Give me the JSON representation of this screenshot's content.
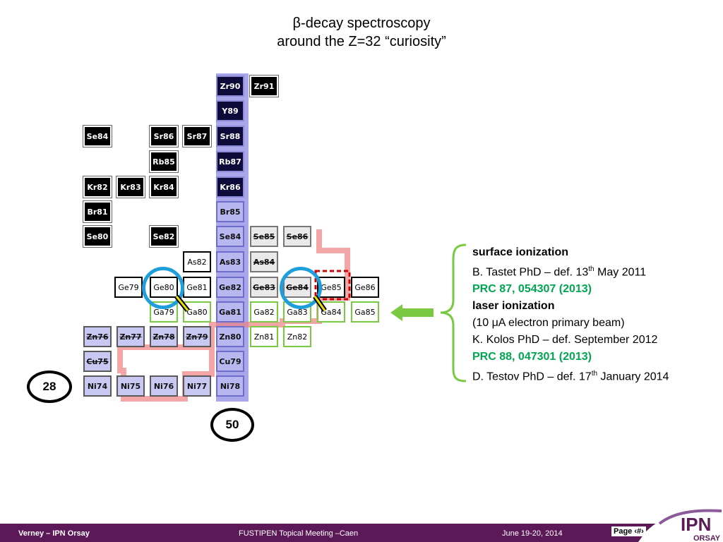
{
  "title": {
    "line1": "β-decay spectroscopy",
    "line2": "around the Z=32 “curiosity”"
  },
  "chart": {
    "cells": [
      {
        "id": "zr90",
        "label": "Zr90",
        "style": "col50-dark"
      },
      {
        "id": "zr91",
        "label": "Zr91",
        "style": "dark"
      },
      {
        "id": "y89",
        "label": "Y89",
        "style": "col50-dark"
      },
      {
        "id": "se84a",
        "label": "Se84",
        "style": "dark"
      },
      {
        "id": "sr86",
        "label": "Sr86",
        "style": "dark"
      },
      {
        "id": "sr87",
        "label": "Sr87",
        "style": "dark"
      },
      {
        "id": "sr88",
        "label": "Sr88",
        "style": "col50-dark"
      },
      {
        "id": "rb85",
        "label": "Rb85",
        "style": "dark"
      },
      {
        "id": "rb87",
        "label": "Rb87",
        "style": "col50-dark"
      },
      {
        "id": "kr82",
        "label": "Kr82",
        "style": "dark"
      },
      {
        "id": "kr83",
        "label": "Kr83",
        "style": "dark"
      },
      {
        "id": "kr84",
        "label": "Kr84",
        "style": "dark"
      },
      {
        "id": "kr86",
        "label": "Kr86",
        "style": "col50-dark"
      },
      {
        "id": "br81",
        "label": "Br81",
        "style": "dark"
      },
      {
        "id": "br85",
        "label": "Br85",
        "style": "col50-light"
      },
      {
        "id": "se80",
        "label": "Se80",
        "style": "dark"
      },
      {
        "id": "se82",
        "label": "Se82",
        "style": "dark"
      },
      {
        "id": "se84b",
        "label": "Se84",
        "style": "col50-light"
      },
      {
        "id": "se85",
        "label": "Se85",
        "style": "whitegray"
      },
      {
        "id": "se86",
        "label": "Se86",
        "style": "whitegray"
      },
      {
        "id": "as82",
        "label": "As82",
        "style": "boxed"
      },
      {
        "id": "as83",
        "label": "As83",
        "style": "col50-light"
      },
      {
        "id": "as84",
        "label": "As84",
        "style": "whitegray"
      },
      {
        "id": "ge79",
        "label": "Ge79",
        "style": "boxed"
      },
      {
        "id": "ge80",
        "label": "Ge80",
        "style": "boxed"
      },
      {
        "id": "ge81",
        "label": "Ge81",
        "style": "boxed"
      },
      {
        "id": "ge82",
        "label": "Ge82",
        "style": "col50-light"
      },
      {
        "id": "ge83",
        "label": "Ge83",
        "style": "whitegray"
      },
      {
        "id": "ge84",
        "label": "Ge84",
        "style": "whitegray"
      },
      {
        "id": "ge85",
        "label": "Ge85",
        "style": "boxed"
      },
      {
        "id": "ge86",
        "label": "Ge86",
        "style": "boxed"
      },
      {
        "id": "ga79",
        "label": "Ga79",
        "style": "green"
      },
      {
        "id": "ga80",
        "label": "Ga80",
        "style": "green"
      },
      {
        "id": "ga81",
        "label": "Ga81",
        "style": "col50-light"
      },
      {
        "id": "ga82",
        "label": "Ga82",
        "style": "green"
      },
      {
        "id": "ga83",
        "label": "Ga83",
        "style": "green"
      },
      {
        "id": "ga84",
        "label": "Ga84",
        "style": "green"
      },
      {
        "id": "ga85",
        "label": "Ga85",
        "style": "green"
      },
      {
        "id": "zn76",
        "label": "Zn76",
        "style": "lavstrike"
      },
      {
        "id": "zn77",
        "label": "Zn77",
        "style": "lavstrike"
      },
      {
        "id": "zn78",
        "label": "Zn78",
        "style": "lavstrike"
      },
      {
        "id": "zn79",
        "label": "Zn79",
        "style": "lavstrike"
      },
      {
        "id": "zn80",
        "label": "Zn80",
        "style": "col50-light"
      },
      {
        "id": "zn81",
        "label": "Zn81",
        "style": "green"
      },
      {
        "id": "zn82",
        "label": "Zn82",
        "style": "green"
      },
      {
        "id": "cu75",
        "label": "Cu75",
        "style": "lavstrike"
      },
      {
        "id": "cu79",
        "label": "Cu79",
        "style": "col50-light"
      },
      {
        "id": "ni74",
        "label": "Ni74",
        "style": "lav"
      },
      {
        "id": "ni75",
        "label": "Ni75",
        "style": "lav"
      },
      {
        "id": "ni76",
        "label": "Ni76",
        "style": "lav"
      },
      {
        "id": "ni77",
        "label": "Ni77",
        "style": "lav"
      },
      {
        "id": "ni78",
        "label": "Ni78",
        "style": "col50-light"
      }
    ],
    "magic_numbers": [
      "28",
      "50"
    ]
  },
  "text_block": {
    "l1": "surface ionization",
    "l2_pre": "B. Tastet PhD – def. 13",
    "l2_sup": "th",
    "l2_post": " May 2011",
    "l3": "PRC 87, 054307 (2013)",
    "l4": "laser ionization",
    "l5": "(10 μA electron primary beam)",
    "l6": "K. Kolos PhD – def. September 2012",
    "l7": "PRC 88, 047301 (2013)",
    "l8_pre": "D. Testov PhD – def. 17",
    "l8_sup": "th",
    "l8_post": " January 2014"
  },
  "footer": {
    "left": "Verney – IPN Orsay",
    "center": "FUSTIPEN Topical Meeting –Caen",
    "date": "June 19-20, 2014",
    "page": "Page ‹#›",
    "logo_text": "IPN",
    "logo_sub": "ORSAY"
  },
  "colors": {
    "footer_bg": "#5b1a57",
    "green_text": "#00a651",
    "circle": "#1e9fdc",
    "brace": "#7ac943"
  }
}
